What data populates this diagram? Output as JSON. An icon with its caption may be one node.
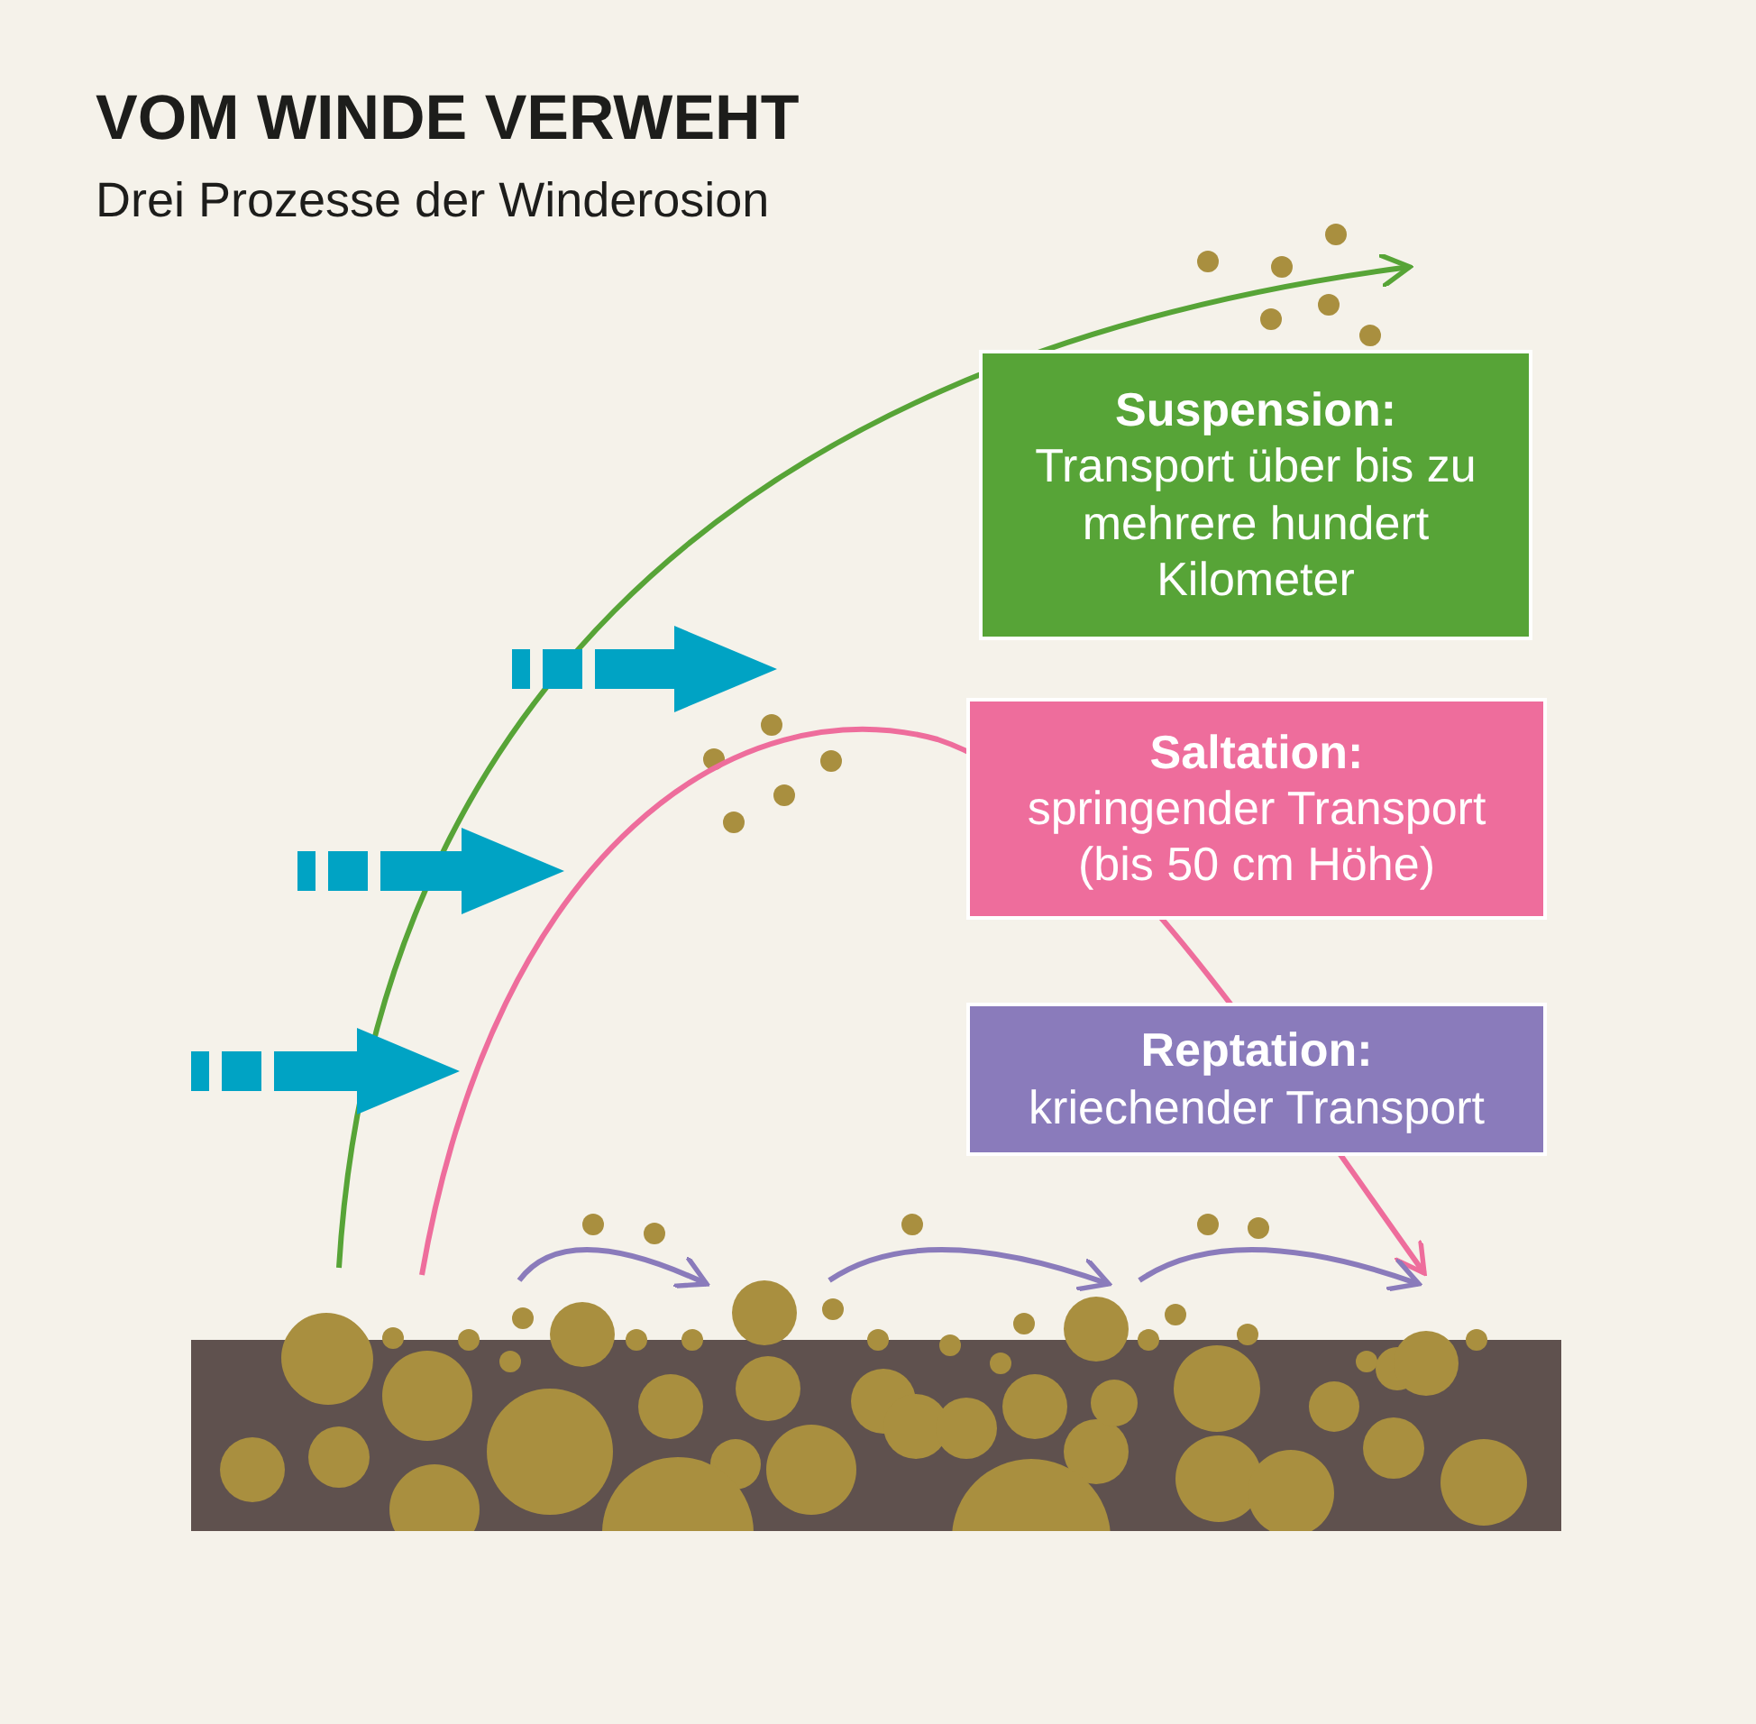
{
  "diagram": {
    "title": "VOM WINDE VERWEHT",
    "caption": "Drei Prozesse der Winderosion",
    "nodes": [
      {
        "text": [
          "Suspension:",
          "Transport über bis zu mehrere hundert Kilometer"
        ]
      },
      {
        "text": [
          "Saltation:",
          "springender Transport (bis 50 cm Höhe)"
        ]
      },
      {
        "text": [
          "Reptation:",
          "kriechender Transport"
        ]
      }
    ]
  }
}
